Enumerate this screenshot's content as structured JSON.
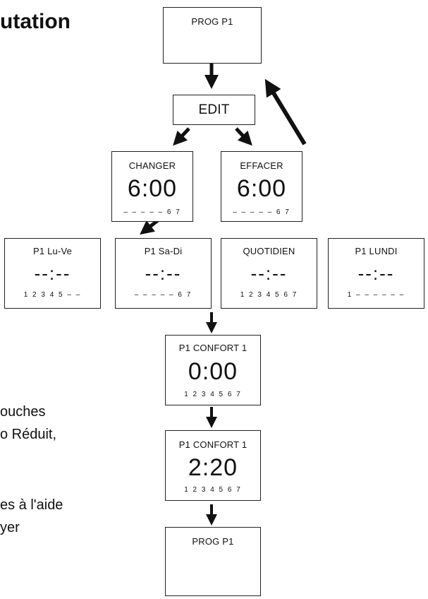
{
  "heading": "utation",
  "side_text": [
    "ouches",
    "o Réduit,",
    "es à l'aide",
    "yer"
  ],
  "boxes": {
    "prog_top": {
      "title": "PROG P1"
    },
    "edit": {
      "title": "EDIT"
    },
    "changer": {
      "title": "CHANGER",
      "time": "6:00",
      "days": "– – – – – 6 7"
    },
    "effacer": {
      "title": "EFFACER",
      "time": "6:00",
      "days": "– – – – – 6 7"
    },
    "p1_luve": {
      "title": "P1  Lu-Ve",
      "time": "--:--",
      "days": "1 2 3 4 5 – –"
    },
    "p1_sadi": {
      "title": "P1  Sa-Di",
      "time": "--:--",
      "days": "– – – – – 6 7"
    },
    "quotidien": {
      "title": "QUOTIDIEN",
      "time": "--:--",
      "days": "1 2 3 4 5 6 7"
    },
    "p1_lundi": {
      "title": "P1 LUNDI",
      "time": "--:--",
      "days": "1 – – – – – –"
    },
    "confort1_a": {
      "title": "P1 CONFORT 1",
      "time": "0:00",
      "days": "1 2 3 4 5 6 7"
    },
    "confort1_b": {
      "title": "P1 CONFORT 1",
      "time": "2:20",
      "days": "1 2 3 4 5 6 7"
    },
    "prog_bottom": {
      "title": "PROG P1"
    }
  }
}
